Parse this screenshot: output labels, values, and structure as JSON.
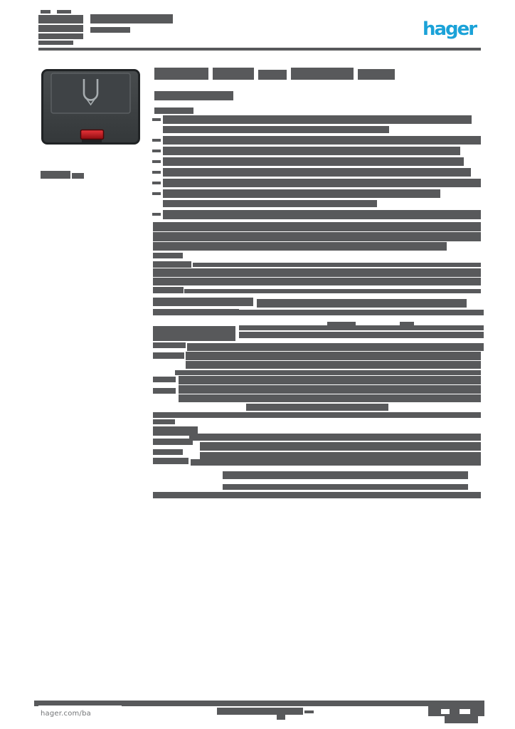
{
  "brand": {
    "logo_text": "hager"
  },
  "footer": {
    "website": "hager.com/ba"
  },
  "colors": {
    "text_bar": "#58595B",
    "page_bg": "#FFFFFF",
    "brand_blue": "#1BA2D8",
    "link_grey": "#737577",
    "device_body_light": "#484C4E",
    "device_body_dark": "#34383A",
    "device_border": "#202325",
    "device_flap": "#3F4346",
    "device_flap_edge": "#5B5F62",
    "device_icon": "#A6ACAF",
    "lens_light": "#E8343A",
    "lens_dark": "#8F0C10",
    "lens_border": "#4A0708"
  },
  "product_image": {
    "symbol": "card-insert-icon",
    "indicator": "red-lens-indicator"
  },
  "redactions": {
    "logo_block": [
      [
        57,
        14,
        14,
        5
      ],
      [
        80,
        14,
        20,
        5
      ],
      [
        54,
        21,
        63,
        12
      ],
      [
        54,
        35,
        63,
        10
      ],
      [
        54,
        47,
        63,
        8
      ],
      [
        54,
        57,
        49,
        6
      ]
    ],
    "header_lines": [
      [
        127,
        20,
        116,
        13
      ],
      [
        127,
        38,
        56,
        8
      ]
    ],
    "header_rule": [
      [
        54,
        67,
        622,
        4
      ]
    ],
    "title_words": [
      [
        217,
        95,
        76,
        17
      ],
      [
        299,
        95,
        58,
        17
      ],
      [
        363,
        98,
        40,
        14
      ],
      [
        409,
        95,
        88,
        17
      ],
      [
        503,
        97,
        52,
        15
      ]
    ],
    "subtitle": [
      [
        217,
        128,
        111,
        13
      ]
    ],
    "section_label": [
      [
        217,
        151,
        55,
        9
      ]
    ],
    "features": [
      [
        214,
        166,
        12,
        4
      ],
      [
        229,
        162,
        434,
        12
      ],
      [
        229,
        177,
        318,
        10
      ],
      [
        214,
        195,
        12,
        4
      ],
      [
        229,
        191,
        447,
        12
      ],
      [
        214,
        210,
        12,
        4
      ],
      [
        229,
        206,
        418,
        12
      ],
      [
        214,
        225,
        12,
        4
      ],
      [
        229,
        221,
        423,
        12
      ],
      [
        214,
        240,
        12,
        4
      ],
      [
        229,
        236,
        433,
        12
      ],
      [
        214,
        255,
        12,
        4
      ],
      [
        229,
        251,
        447,
        12
      ],
      [
        214,
        270,
        12,
        4
      ],
      [
        229,
        266,
        390,
        12
      ],
      [
        229,
        281,
        301,
        10
      ],
      [
        214,
        299,
        12,
        4
      ],
      [
        229,
        295,
        447,
        13
      ]
    ],
    "paragraph": [
      [
        215,
        312,
        461,
        13
      ],
      [
        215,
        326,
        461,
        13
      ],
      [
        215,
        340,
        413,
        12
      ],
      [
        215,
        355,
        42,
        8
      ]
    ],
    "table_a": [
      [
        215,
        367,
        54,
        9
      ],
      [
        271,
        369,
        405,
        6
      ],
      [
        215,
        377,
        461,
        12
      ],
      [
        215,
        390,
        461,
        11
      ],
      [
        215,
        403,
        43,
        9
      ],
      [
        259,
        406,
        417,
        6
      ],
      [
        215,
        418,
        141,
        12
      ],
      [
        361,
        420,
        295,
        12
      ],
      [
        215,
        434,
        121,
        9
      ],
      [
        330,
        435,
        350,
        8
      ],
      [
        460,
        452,
        40,
        6
      ],
      [
        562,
        452,
        20,
        6
      ],
      [
        215,
        458,
        116,
        21
      ],
      [
        336,
        457,
        344,
        7
      ],
      [
        336,
        466,
        320,
        9
      ],
      [
        656,
        466,
        24,
        9
      ],
      [
        215,
        481,
        46,
        8
      ],
      [
        263,
        482,
        417,
        11
      ]
    ],
    "section_b": [
      [
        215,
        495,
        44,
        9
      ],
      [
        261,
        494,
        415,
        12
      ],
      [
        261,
        507,
        415,
        11
      ],
      [
        246,
        520,
        430,
        7
      ],
      [
        215,
        529,
        32,
        8
      ],
      [
        251,
        528,
        425,
        12
      ],
      [
        251,
        541,
        425,
        12
      ],
      [
        215,
        545,
        32,
        8
      ],
      [
        251,
        554,
        425,
        11
      ],
      [
        346,
        567,
        200,
        10
      ],
      [
        215,
        579,
        461,
        8
      ],
      [
        215,
        589,
        31,
        7
      ]
    ],
    "section_c": [
      [
        215,
        599,
        63,
        13
      ],
      [
        266,
        609,
        410,
        10
      ],
      [
        215,
        616,
        56,
        9
      ],
      [
        281,
        621,
        395,
        12
      ],
      [
        215,
        631,
        42,
        8
      ],
      [
        281,
        635,
        395,
        10
      ],
      [
        215,
        643,
        50,
        9
      ],
      [
        268,
        645,
        408,
        9
      ],
      [
        313,
        662,
        345,
        11
      ],
      [
        313,
        680,
        345,
        8
      ],
      [
        215,
        691,
        461,
        9
      ]
    ],
    "image_caption": [
      [
        57,
        240,
        42,
        11
      ],
      [
        101,
        243,
        17,
        8
      ]
    ],
    "footer_bars": [
      [
        48,
        984,
        633,
        8
      ],
      [
        305,
        994,
        121,
        10
      ],
      [
        389,
        1004,
        12,
        7
      ],
      [
        428,
        998,
        13,
        4
      ],
      [
        602,
        984,
        79,
        22
      ],
      [
        625,
        1006,
        47,
        10
      ],
      [
        620,
        996,
        12,
        7,
        "page_bg"
      ],
      [
        646,
        996,
        15,
        7,
        "page_bg"
      ]
    ]
  }
}
